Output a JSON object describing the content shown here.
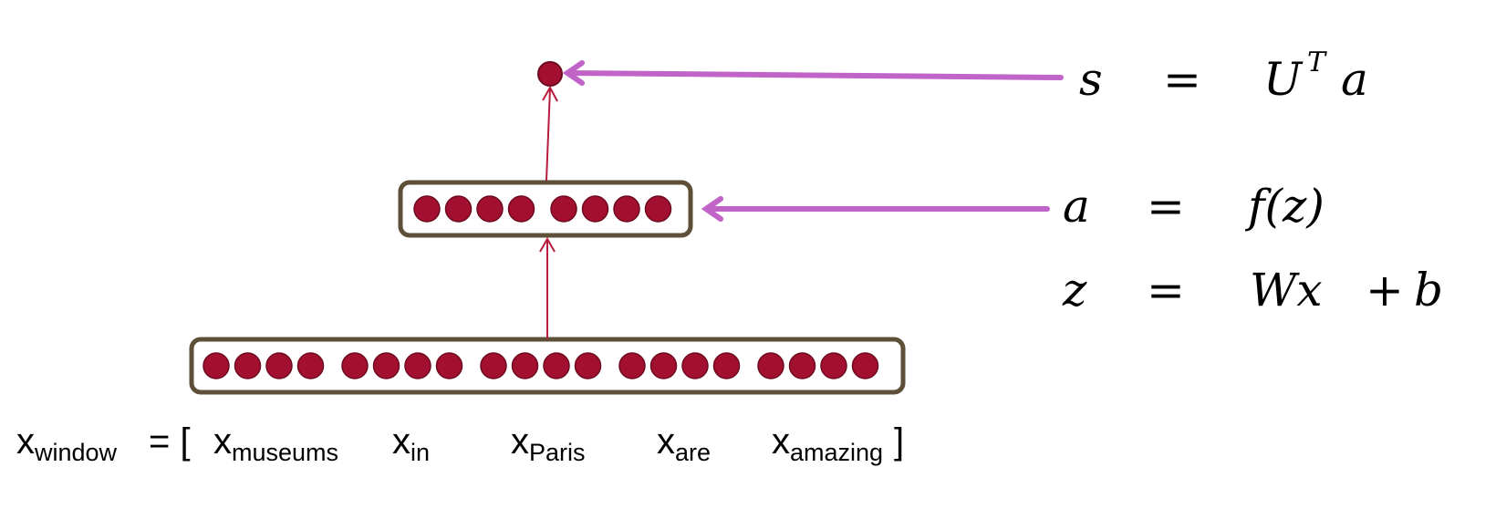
{
  "equations": {
    "score": {
      "lhs": "s",
      "eq": "=",
      "rhs_main": "U",
      "rhs_sup": "T",
      "rhs_tail": "a"
    },
    "activation": {
      "lhs": "a",
      "eq": "=",
      "rhs": "f(z)"
    },
    "linear": {
      "lhs": "z",
      "eq": "=",
      "rhs_w": "Wx",
      "rhs_plus": "+",
      "rhs_b": "b"
    }
  },
  "window_label": {
    "x": "x",
    "sub": "window",
    "equals_bracket": "= [",
    "close_bracket": "]"
  },
  "words": [
    {
      "x": "x",
      "sub": "museums"
    },
    {
      "x": "x",
      "sub": "in"
    },
    {
      "x": "x",
      "sub": "Paris"
    },
    {
      "x": "x",
      "sub": "are"
    },
    {
      "x": "x",
      "sub": "amazing"
    }
  ],
  "layers": {
    "input_units": 20,
    "hidden_units": 8,
    "output_units": 1
  },
  "colors": {
    "neuron": "#a3102f",
    "neuron_edge": "#6d0a20",
    "box": "#5e5038",
    "arrow_internal": "#b81c3c",
    "arrow_annotation": "#c064c8"
  }
}
